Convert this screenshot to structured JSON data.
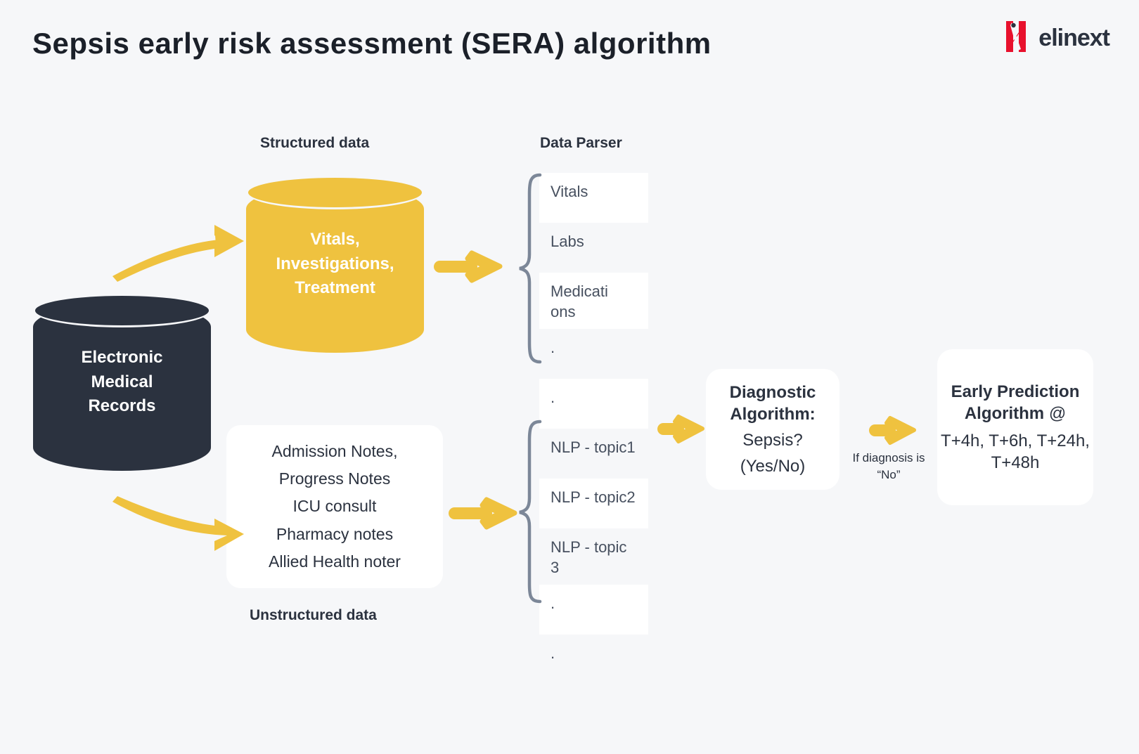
{
  "header": {
    "title": "Sepsis early risk assessment (SERA) algorithm",
    "brand": "elinext",
    "brand_mark_icon": "elinext-n-logo-icon"
  },
  "colors": {
    "background": "#F6F7F9",
    "accent_yellow": "#EFC23F",
    "dark_navy": "#2B323F",
    "brace_grey": "#7C8798",
    "logo_red": "#E8112D",
    "card_white": "#FFFFFF",
    "body_text": "#47505F"
  },
  "captions": {
    "structured": "Structured data",
    "parser": "Data Parser",
    "unstructured": "Unstructured data"
  },
  "sources": {
    "emr": {
      "label_lines": [
        "Electronic",
        "Medical",
        "Records"
      ],
      "shape": "cylinder",
      "fill": "#2B323F"
    },
    "structured": {
      "label_lines": [
        "Vitals,",
        "Investigations,",
        "Treatment"
      ],
      "shape": "cylinder",
      "fill": "#EFC23F"
    },
    "unstructured": {
      "label_lines": [
        "Admission Notes,",
        "Progress Notes",
        "ICU consult",
        "Pharmacy notes",
        "Allied Health noter"
      ],
      "shape": "rounded-card",
      "fill": "#FFFFFF"
    }
  },
  "parser": {
    "rows": [
      {
        "label": "Vitals",
        "shade": "white"
      },
      {
        "label": "Labs",
        "shade": "plain"
      },
      {
        "label": "Medicati ons",
        "shade": "white"
      },
      {
        "label": ".",
        "shade": "plain"
      },
      {
        "label": ".",
        "shade": "white"
      },
      {
        "label": "NLP - topic1",
        "shade": "plain"
      },
      {
        "label": "NLP - topic2",
        "shade": "white"
      },
      {
        "label": "NLP - topic 3",
        "shade": "plain"
      },
      {
        "label": ".",
        "shade": "white"
      },
      {
        "label": ".",
        "shade": "plain"
      }
    ],
    "brace_top_rows": [
      0,
      3
    ],
    "brace_bottom_rows": [
      5,
      8
    ]
  },
  "stages": {
    "diagnostic": {
      "title": "Diagnostic Algorithm:",
      "question": "Sepsis?",
      "answer": "(Yes/No)"
    },
    "branch_condition": "If diagnosis is “No”",
    "prediction": {
      "title": "Early Prediction Algorithm",
      "at_symbol": "@",
      "times": "T+4h, T+6h, T+24h, T+48h"
    }
  },
  "arrows": [
    {
      "name": "emr-to-structured",
      "style": "curved",
      "color": "#EFC23F"
    },
    {
      "name": "emr-to-unstructured",
      "style": "curved",
      "color": "#EFC23F"
    },
    {
      "name": "structured-to-parser",
      "style": "straight",
      "color": "#EFC23F"
    },
    {
      "name": "unstructured-to-parser",
      "style": "straight",
      "color": "#EFC23F"
    },
    {
      "name": "parser-to-diagnostic",
      "style": "straight",
      "color": "#EFC23F"
    },
    {
      "name": "diagnostic-to-prediction",
      "style": "straight",
      "color": "#EFC23F"
    }
  ]
}
